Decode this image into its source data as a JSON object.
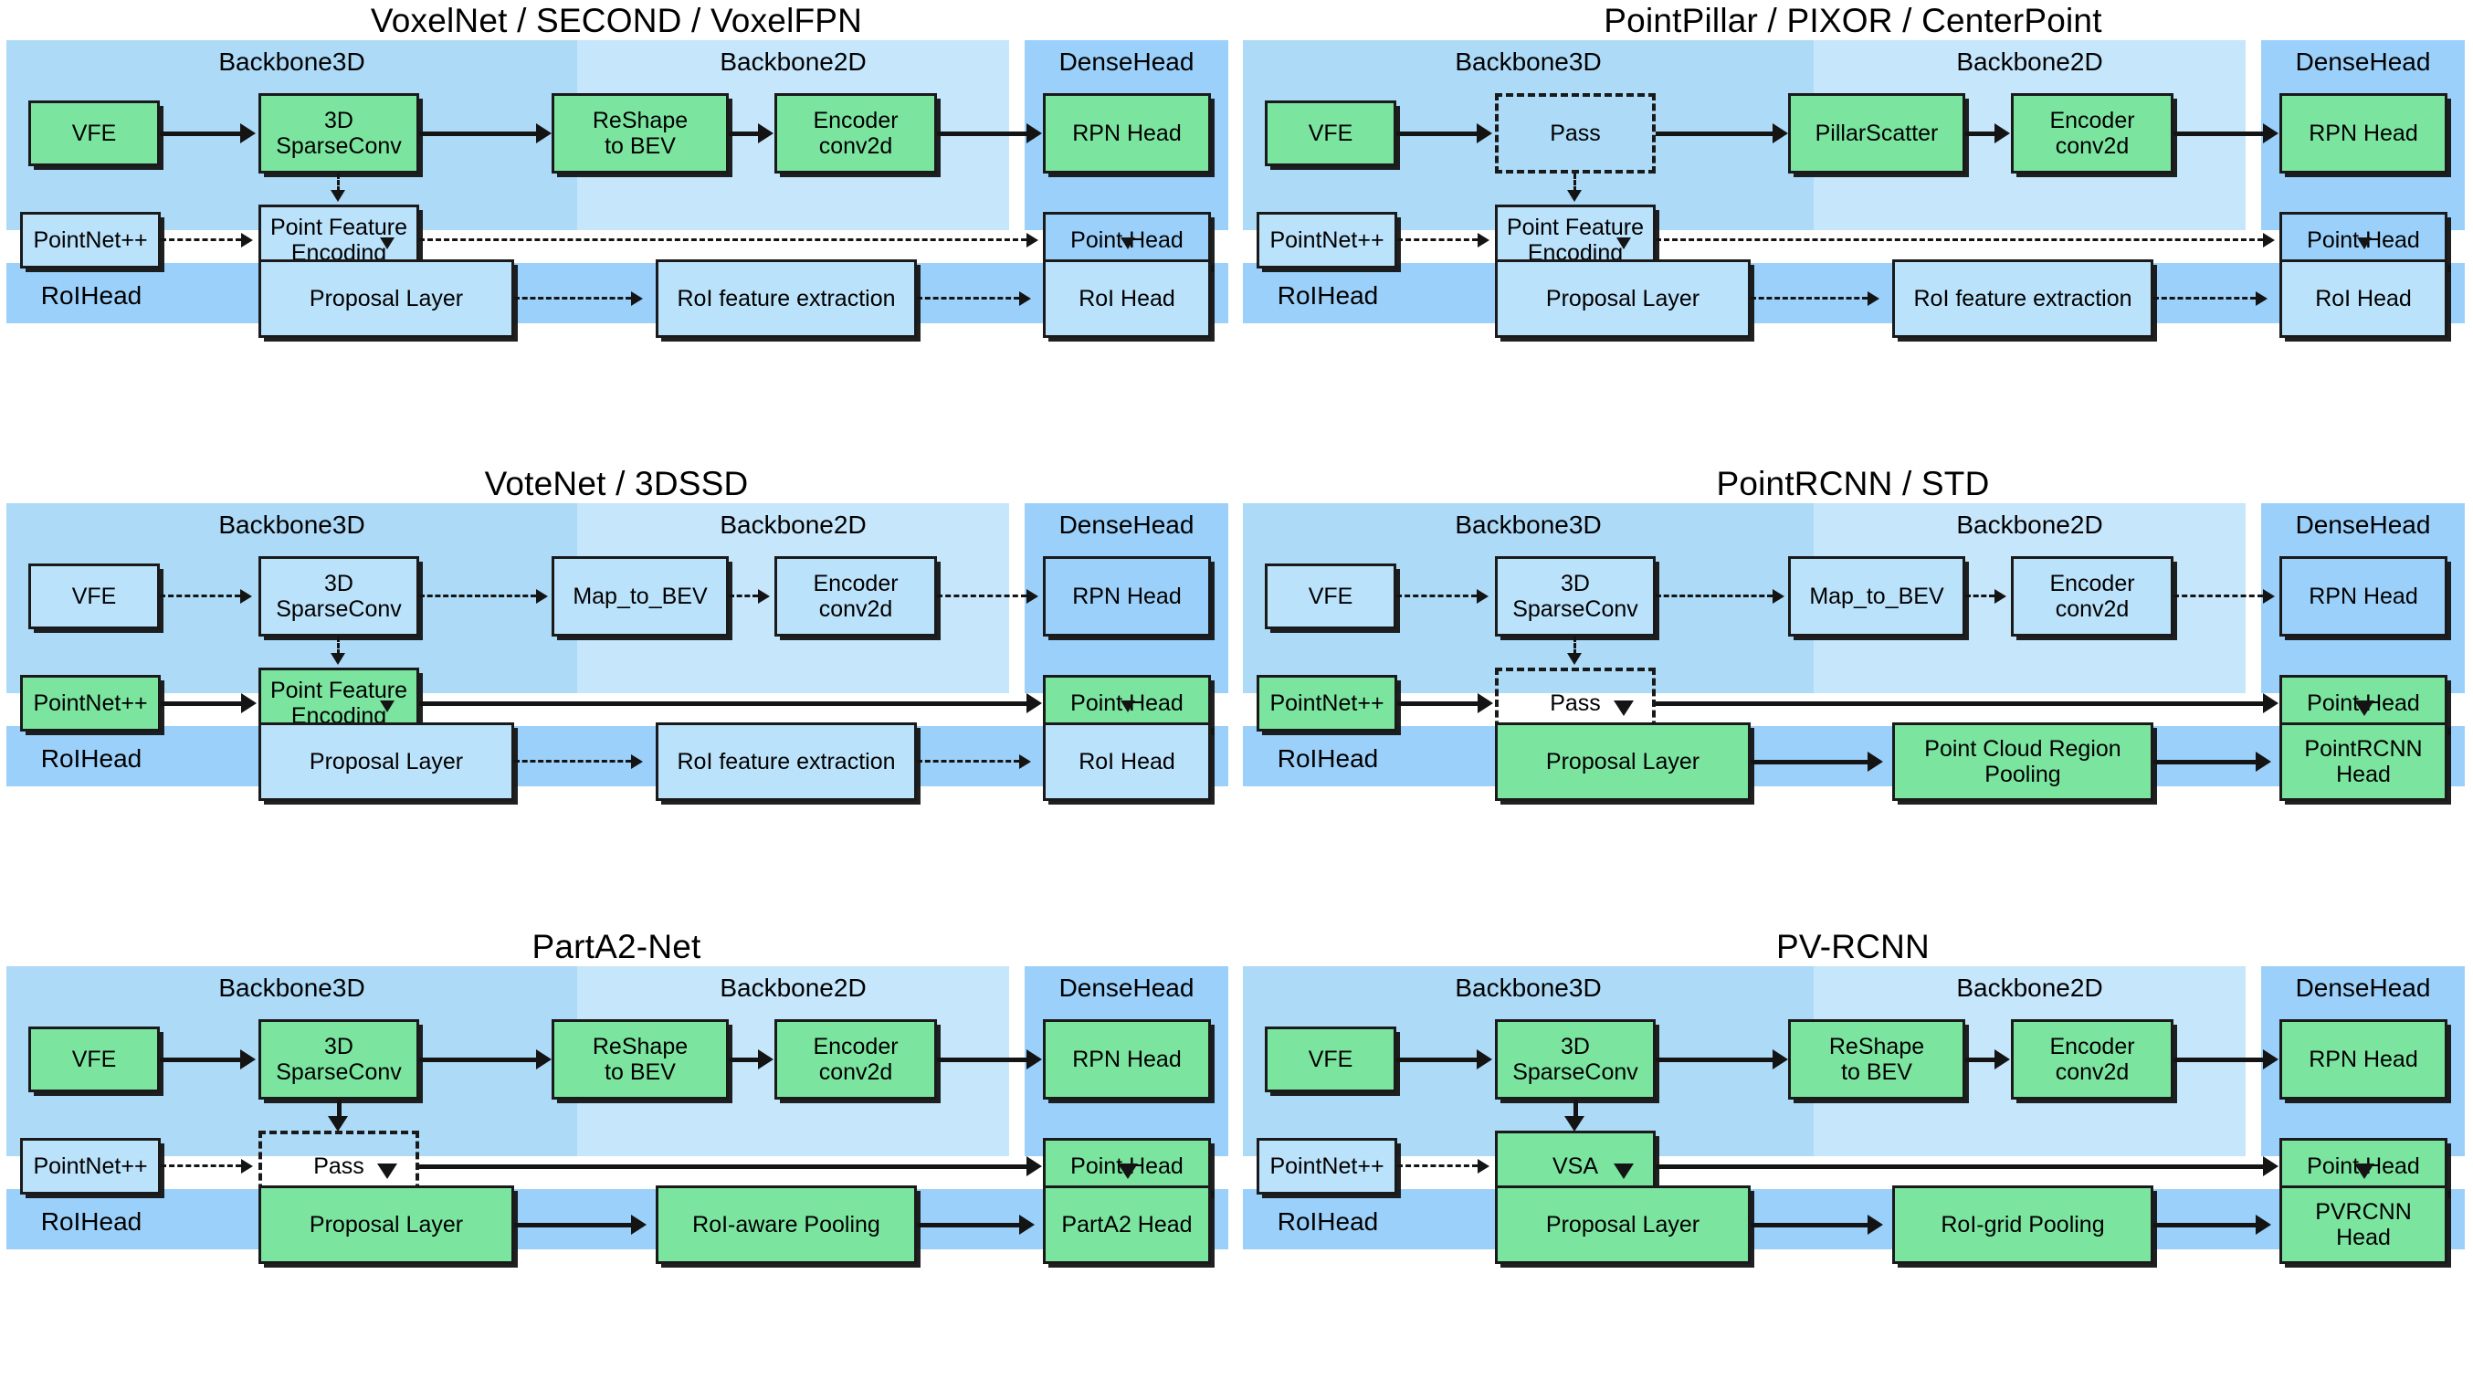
{
  "colors": {
    "backbone3d_bg": "#ACDAF7",
    "backbone2d_bg": "#C6E6FB",
    "densehead_bg": "#9BD0FA",
    "roihead_bg": "#9BD0FA",
    "active_node": "#7BE5A0",
    "inactive_node": "#BBE2FB",
    "stroke": "#141414",
    "page_bg": "#FFFFFF"
  },
  "zone_labels": {
    "backbone3d": "Backbone3D",
    "backbone2d": "Backbone2D",
    "densehead": "DenseHead",
    "roihead": "RoIHead"
  },
  "panels": [
    {
      "id": "voxelnet",
      "title": "VoxelNet / SECOND / VoxelFPN",
      "nodes": {
        "vfe": "VFE",
        "sparse": "3D\nSparseConv",
        "bev": "ReShape\nto BEV",
        "encoder": "Encoder\nconv2d",
        "rpn_head": "RPN Head",
        "pointnet": "PointNet++",
        "pfe": "Point Feature\nEncoding",
        "point_head": "Point Head",
        "proposal": "Proposal Layer",
        "roi_extract": "RoI feature extraction",
        "roi_head": "RoI Head"
      }
    },
    {
      "id": "pointpillar",
      "title": "PointPillar / PIXOR / CenterPoint",
      "nodes": {
        "vfe": "VFE",
        "sparse": "Pass",
        "bev": "PillarScatter",
        "encoder": "Encoder\nconv2d",
        "rpn_head": "RPN Head",
        "pointnet": "PointNet++",
        "pfe": "Point Feature\nEncoding",
        "point_head": "Point Head",
        "proposal": "Proposal Layer",
        "roi_extract": "RoI feature extraction",
        "roi_head": "RoI Head"
      }
    },
    {
      "id": "votenet",
      "title": "VoteNet / 3DSSD",
      "nodes": {
        "vfe": "VFE",
        "sparse": "3D\nSparseConv",
        "bev": "Map_to_BEV",
        "encoder": "Encoder\nconv2d",
        "rpn_head": "RPN Head",
        "pointnet": "PointNet++",
        "pfe": "Point Feature\nEncoding",
        "point_head": "Point Head",
        "proposal": "Proposal Layer",
        "roi_extract": "RoI feature extraction",
        "roi_head": "RoI Head"
      }
    },
    {
      "id": "pointrcnn",
      "title": "PointRCNN / STD",
      "nodes": {
        "vfe": "VFE",
        "sparse": "3D\nSparseConv",
        "bev": "Map_to_BEV",
        "encoder": "Encoder\nconv2d",
        "rpn_head": "RPN Head",
        "pointnet": "PointNet++",
        "pfe": "Pass",
        "point_head": "Point Head",
        "proposal": "Proposal Layer",
        "roi_extract": "Point Cloud Region\nPooling",
        "roi_head": "PointRCNN\nHead"
      }
    },
    {
      "id": "parta2",
      "title": "PartA2-Net",
      "nodes": {
        "vfe": "VFE",
        "sparse": "3D\nSparseConv",
        "bev": "ReShape\nto BEV",
        "encoder": "Encoder\nconv2d",
        "rpn_head": "RPN Head",
        "pointnet": "PointNet++",
        "pfe": "Pass",
        "point_head": "Point Head",
        "proposal": "Proposal Layer",
        "roi_extract": "RoI-aware Pooling",
        "roi_head": "PartA2 Head"
      }
    },
    {
      "id": "pvrcnn",
      "title": "PV-RCNN",
      "nodes": {
        "vfe": "VFE",
        "sparse": "3D\nSparseConv",
        "bev": "ReShape\nto BEV",
        "encoder": "Encoder\nconv2d",
        "rpn_head": "RPN Head",
        "pointnet": "PointNet++",
        "pfe": "VSA",
        "point_head": "Point Head",
        "proposal": "Proposal Layer",
        "roi_extract": "RoI-grid Pooling",
        "roi_head": "PVRCNN\nHead"
      }
    }
  ]
}
